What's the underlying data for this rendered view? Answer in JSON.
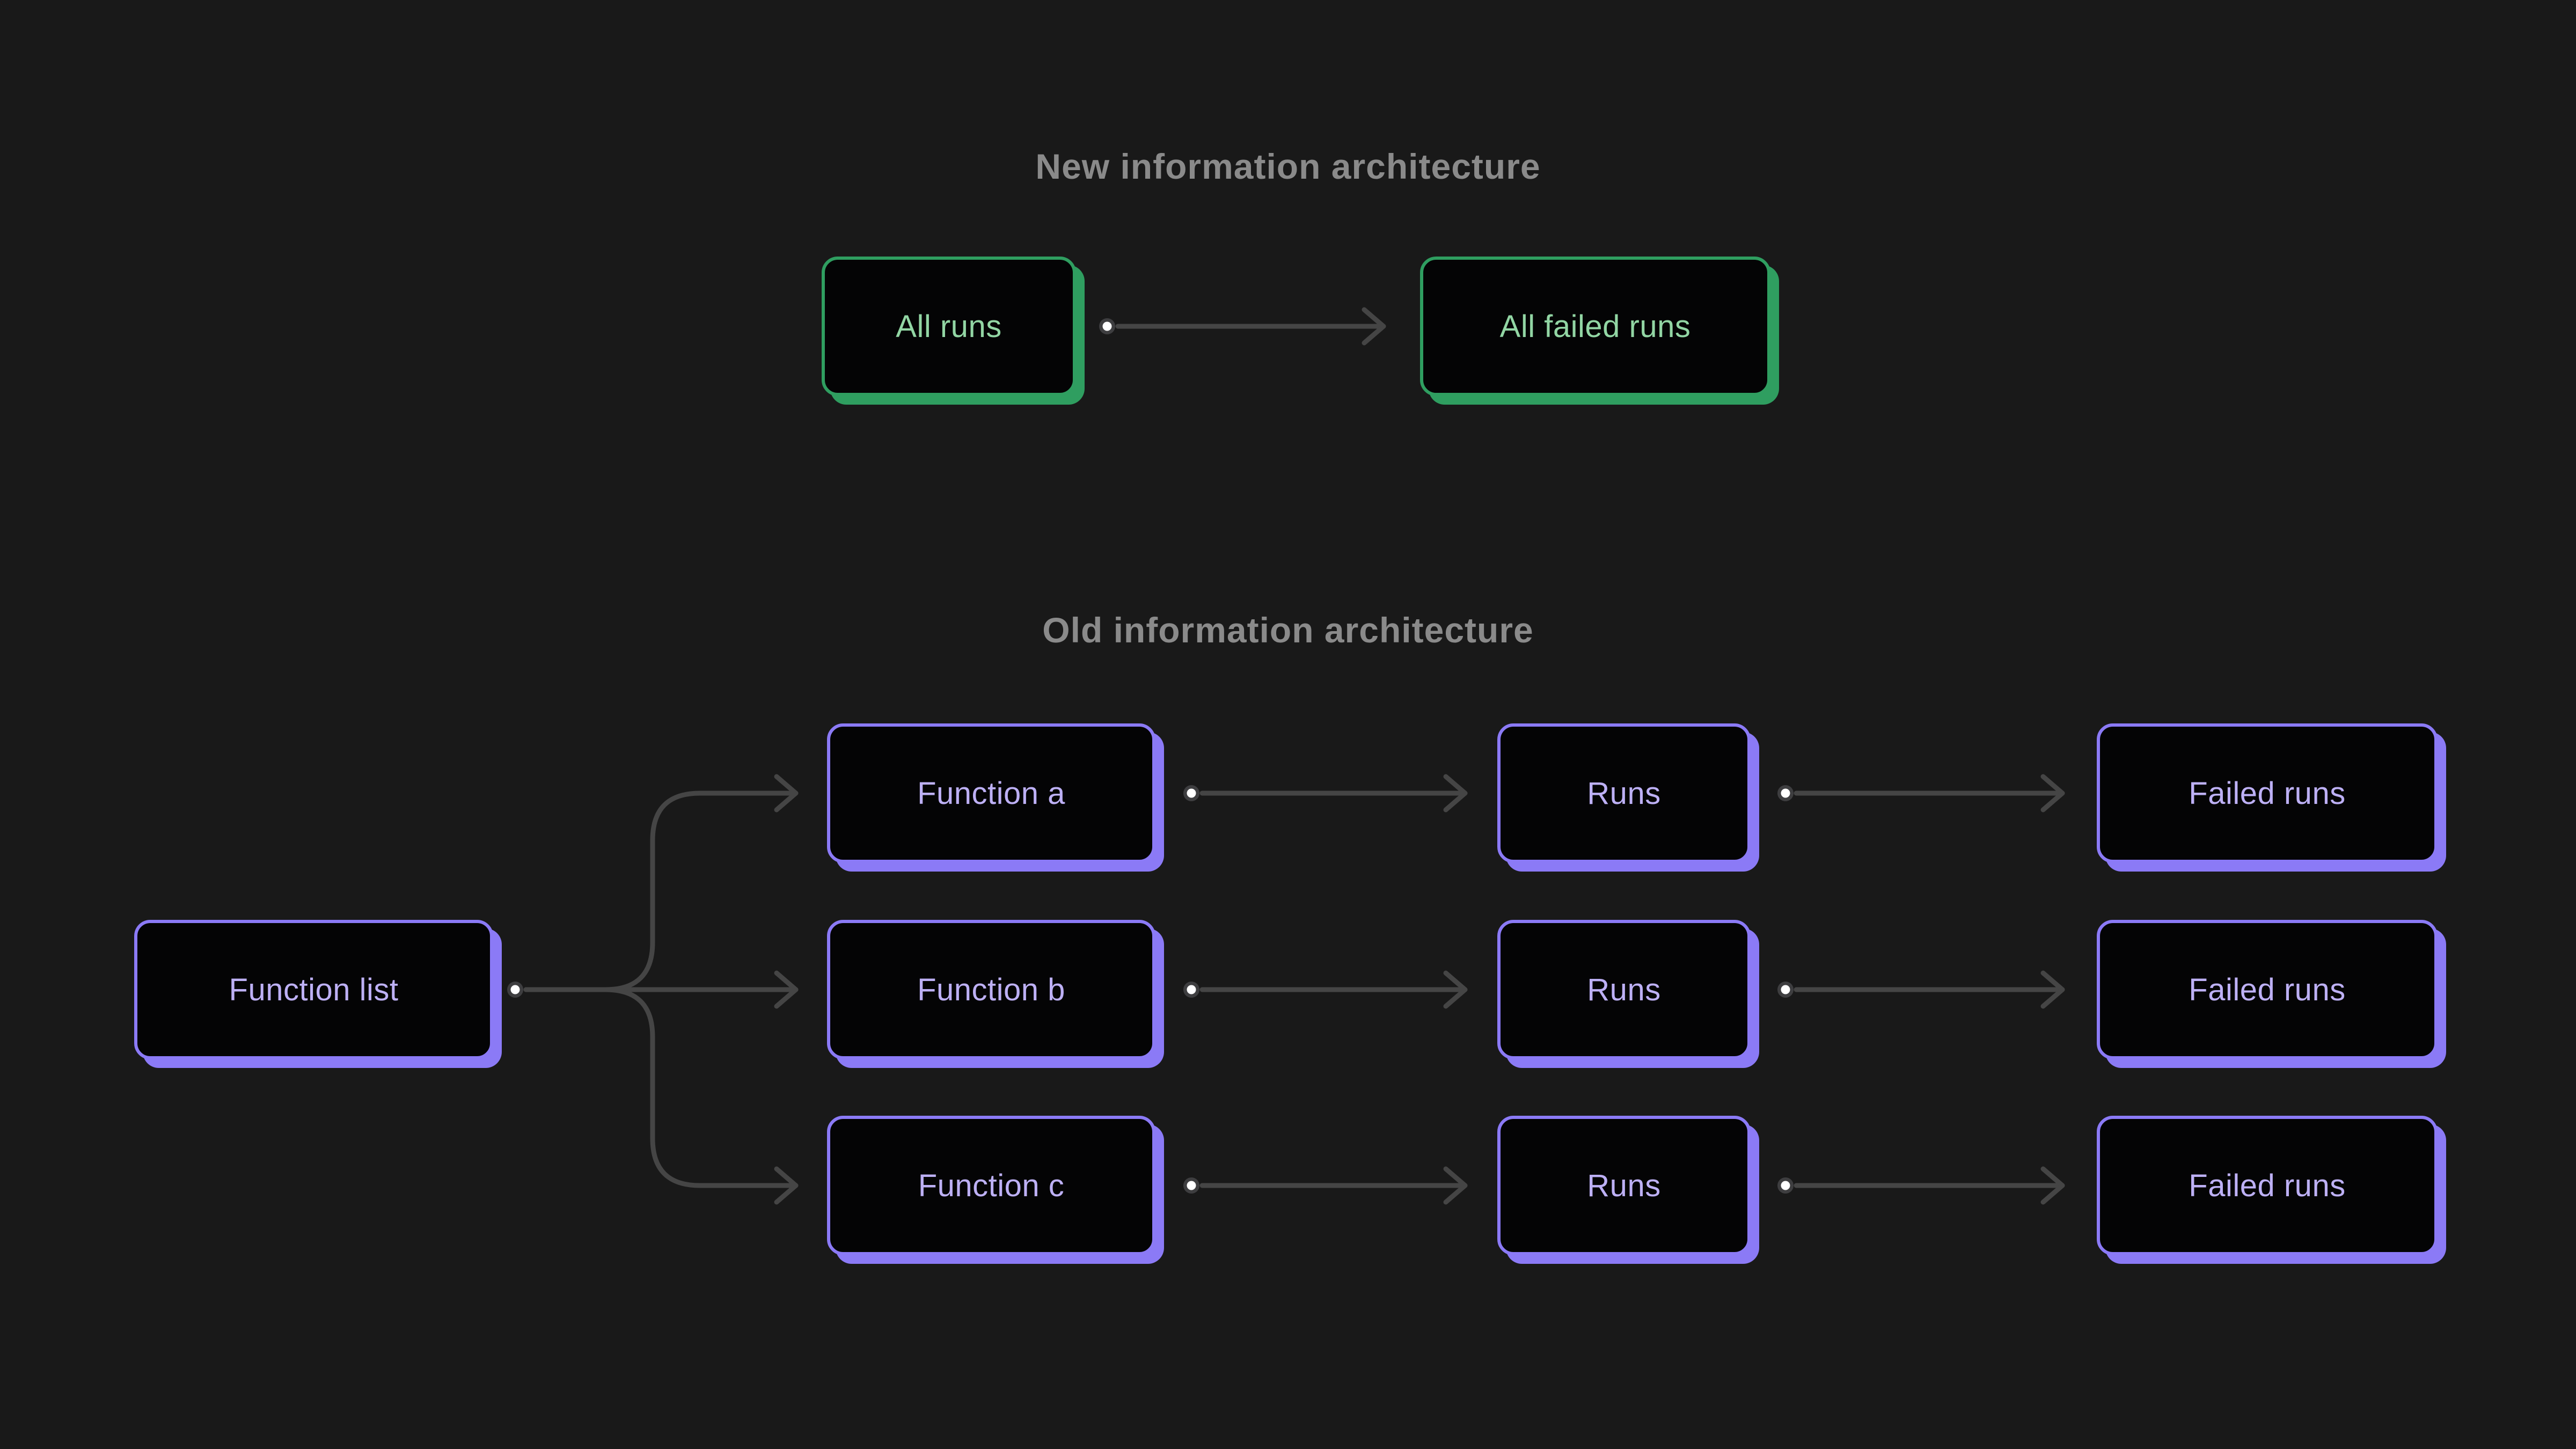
{
  "colors": {
    "canvas_bg": "#191919",
    "node_fill": "#040405",
    "green_border": "#2f9e60",
    "green_text": "#92d6a4",
    "purple_border": "#8b7af6",
    "purple_text": "#bdb0f5",
    "connector": "#454545",
    "dot_ring": "#3e3e40",
    "dot_core": "#ffffff",
    "title_color": "#8a8a8a"
  },
  "sections": [
    {
      "title": "New information architecture",
      "nodes": [
        {
          "label": "All runs"
        },
        {
          "label": "All failed runs"
        }
      ]
    },
    {
      "title": "Old information architecture",
      "nodes": [
        {
          "label": "Function list"
        },
        {
          "label": "Function a"
        },
        {
          "label": "Function b"
        },
        {
          "label": "Function c"
        },
        {
          "label": "Runs"
        },
        {
          "label": "Runs"
        },
        {
          "label": "Runs"
        },
        {
          "label": "Failed runs"
        },
        {
          "label": "Failed runs"
        },
        {
          "label": "Failed runs"
        }
      ]
    }
  ]
}
